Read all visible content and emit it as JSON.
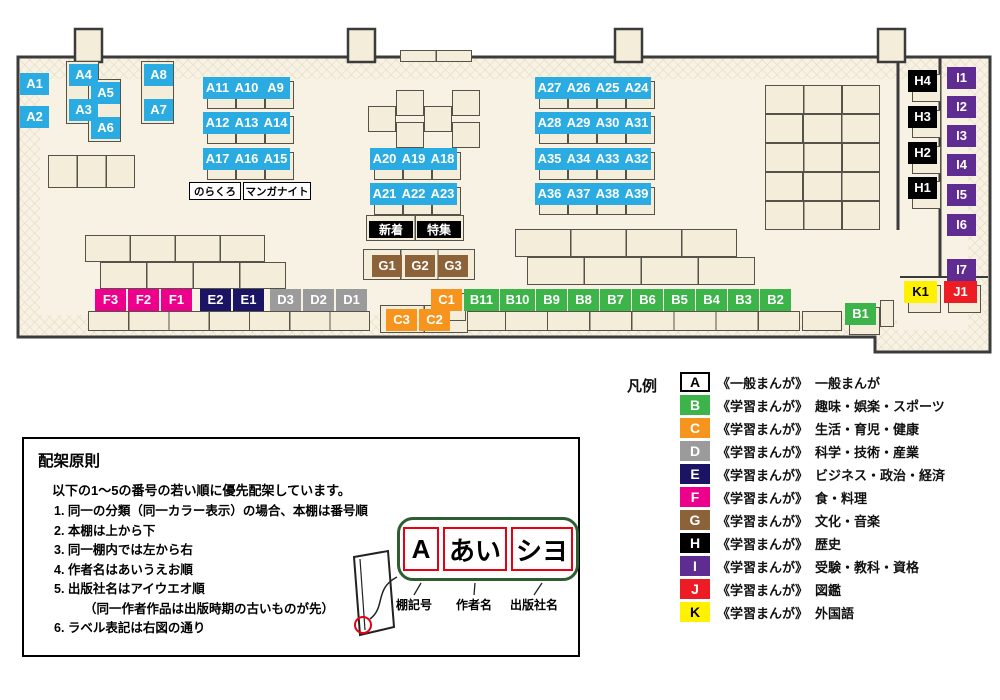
{
  "colors": {
    "categories": {
      "A": "#2aabe2",
      "B": "#3cb44a",
      "C": "#f7941e",
      "D": "#9b9b9b",
      "E": "#1b1464",
      "F": "#ec008c",
      "G": "#8c6239",
      "H": "#000000",
      "I": "#5f2d91",
      "J": "#ed1c24",
      "K": "#fff100"
    },
    "floor": "#f7f2e4",
    "shelf": "#f3edda",
    "wall": "#3b3b3b"
  },
  "map": {
    "shelf_labels": [
      "A1",
      "A2",
      "A3",
      "A4",
      "A5",
      "A6",
      "A7",
      "A8",
      "A9",
      "A10",
      "A11",
      "A12",
      "A13",
      "A14",
      "A15",
      "A16",
      "A17",
      "A18",
      "A19",
      "A20",
      "A21",
      "A22",
      "A23",
      "A24",
      "A25",
      "A26",
      "A27",
      "A28",
      "A29",
      "A30",
      "A31",
      "A32",
      "A33",
      "A34",
      "A35",
      "A36",
      "A37",
      "A38",
      "A39",
      "B1",
      "B2",
      "B3",
      "B4",
      "B5",
      "B6",
      "B7",
      "B8",
      "B9",
      "B10",
      "B11",
      "C1",
      "C2",
      "C3",
      "D1",
      "D2",
      "D3",
      "E1",
      "E2",
      "F1",
      "F2",
      "F3",
      "G1",
      "G2",
      "G3",
      "H1",
      "H2",
      "H3",
      "H4",
      "I1",
      "I2",
      "I3",
      "I4",
      "I5",
      "I6",
      "I7",
      "J1",
      "K1"
    ],
    "signs": [
      {
        "id": "norakuro",
        "text": "のらくろ",
        "style": "light"
      },
      {
        "id": "manga-night",
        "text": "マンガナイト",
        "style": "light"
      },
      {
        "id": "shinchaku",
        "text": "新着",
        "style": "dark"
      },
      {
        "id": "tokushu",
        "text": "特集",
        "style": "dark"
      }
    ]
  },
  "legend": {
    "title": "凡例",
    "items": [
      {
        "letter": "A",
        "series": "《一般まんが》",
        "category": "一般まんが",
        "bg": "#ffffff",
        "fg": "#000000"
      },
      {
        "letter": "B",
        "series": "《学習まんが》",
        "category": "趣味・娯楽・スポーツ",
        "bg": "#3cb44a",
        "fg": "#ffffff"
      },
      {
        "letter": "C",
        "series": "《学習まんが》",
        "category": "生活・育児・健康",
        "bg": "#f7941e",
        "fg": "#ffffff"
      },
      {
        "letter": "D",
        "series": "《学習まんが》",
        "category": "科学・技術・産業",
        "bg": "#9b9b9b",
        "fg": "#ffffff"
      },
      {
        "letter": "E",
        "series": "《学習まんが》",
        "category": "ビジネス・政治・経済",
        "bg": "#1b1464",
        "fg": "#ffffff"
      },
      {
        "letter": "F",
        "series": "《学習まんが》",
        "category": "食・料理",
        "bg": "#ec008c",
        "fg": "#ffffff"
      },
      {
        "letter": "G",
        "series": "《学習まんが》",
        "category": "文化・音楽",
        "bg": "#8c6239",
        "fg": "#ffffff"
      },
      {
        "letter": "H",
        "series": "《学習まんが》",
        "category": "歴史",
        "bg": "#000000",
        "fg": "#ffffff"
      },
      {
        "letter": "I",
        "series": "《学習まんが》",
        "category": "受験・教科・資格",
        "bg": "#5f2d91",
        "fg": "#ffffff"
      },
      {
        "letter": "J",
        "series": "《学習まんが》",
        "category": "図鑑",
        "bg": "#ed1c24",
        "fg": "#ffffff"
      },
      {
        "letter": "K",
        "series": "《学習まんが》",
        "category": "外国語",
        "bg": "#fff100",
        "fg": "#000000"
      }
    ]
  },
  "principles": {
    "title": "配架原則",
    "intro": "以下の1〜5の番号の若い順に優先配架しています。",
    "rules": [
      "1. 同一の分類（同一カラー表示）の場合、本棚は番号順",
      "2. 本棚は上から下",
      "3. 同一棚内では左から右",
      "4. 作者名はあいうえお順",
      "5. 出版社名はアイウエオ順",
      "（同一作者作品は出版時期の古いものが先）",
      "6. ラベル表記は右図の通り"
    ],
    "label_example": {
      "shelf_code": "A",
      "author": "あい",
      "publisher": "シヨ"
    },
    "caption_labels": [
      "棚記号",
      "作者名",
      "出版社名"
    ]
  }
}
